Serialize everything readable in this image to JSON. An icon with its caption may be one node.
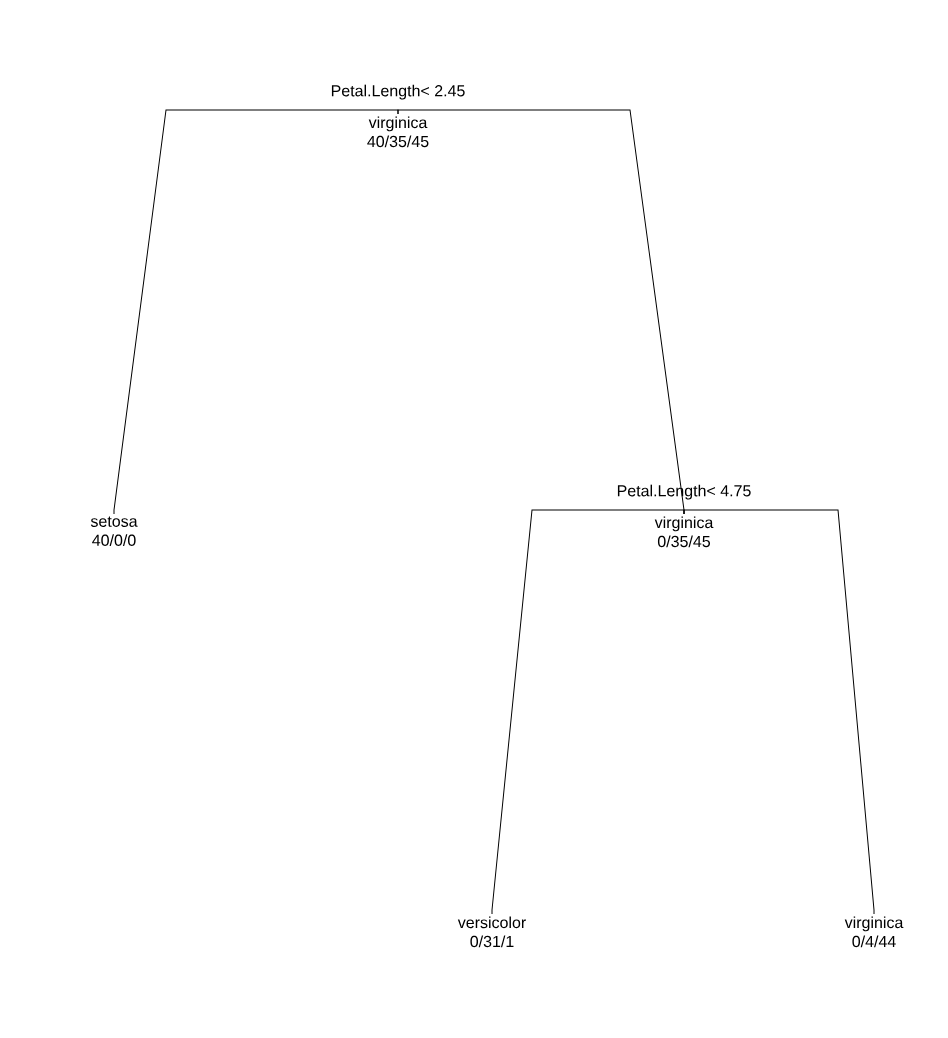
{
  "diagram": {
    "nodes": [
      {
        "text": [
          "virginica",
          "40/35/45"
        ],
        "beside": [
          "Petal.Length< 2.45"
        ]
      },
      {
        "text": [
          "setosa",
          "40/0/0"
        ]
      },
      {
        "text": [
          "virginica",
          "0/35/45"
        ],
        "beside": [
          "Petal.Length< 4.75"
        ]
      },
      {
        "text": [
          "versicolor",
          "0/31/1"
        ]
      },
      {
        "text": [
          "virginica",
          "0/4/44"
        ]
      }
    ],
    "edges": [
      {
        "from": 0,
        "to": 1,
        "arrow": "none"
      },
      {
        "from": 0,
        "to": 2,
        "arrow": "none"
      },
      {
        "from": 2,
        "to": 3,
        "arrow": "none"
      },
      {
        "from": 2,
        "to": 4,
        "arrow": "none"
      }
    ]
  }
}
